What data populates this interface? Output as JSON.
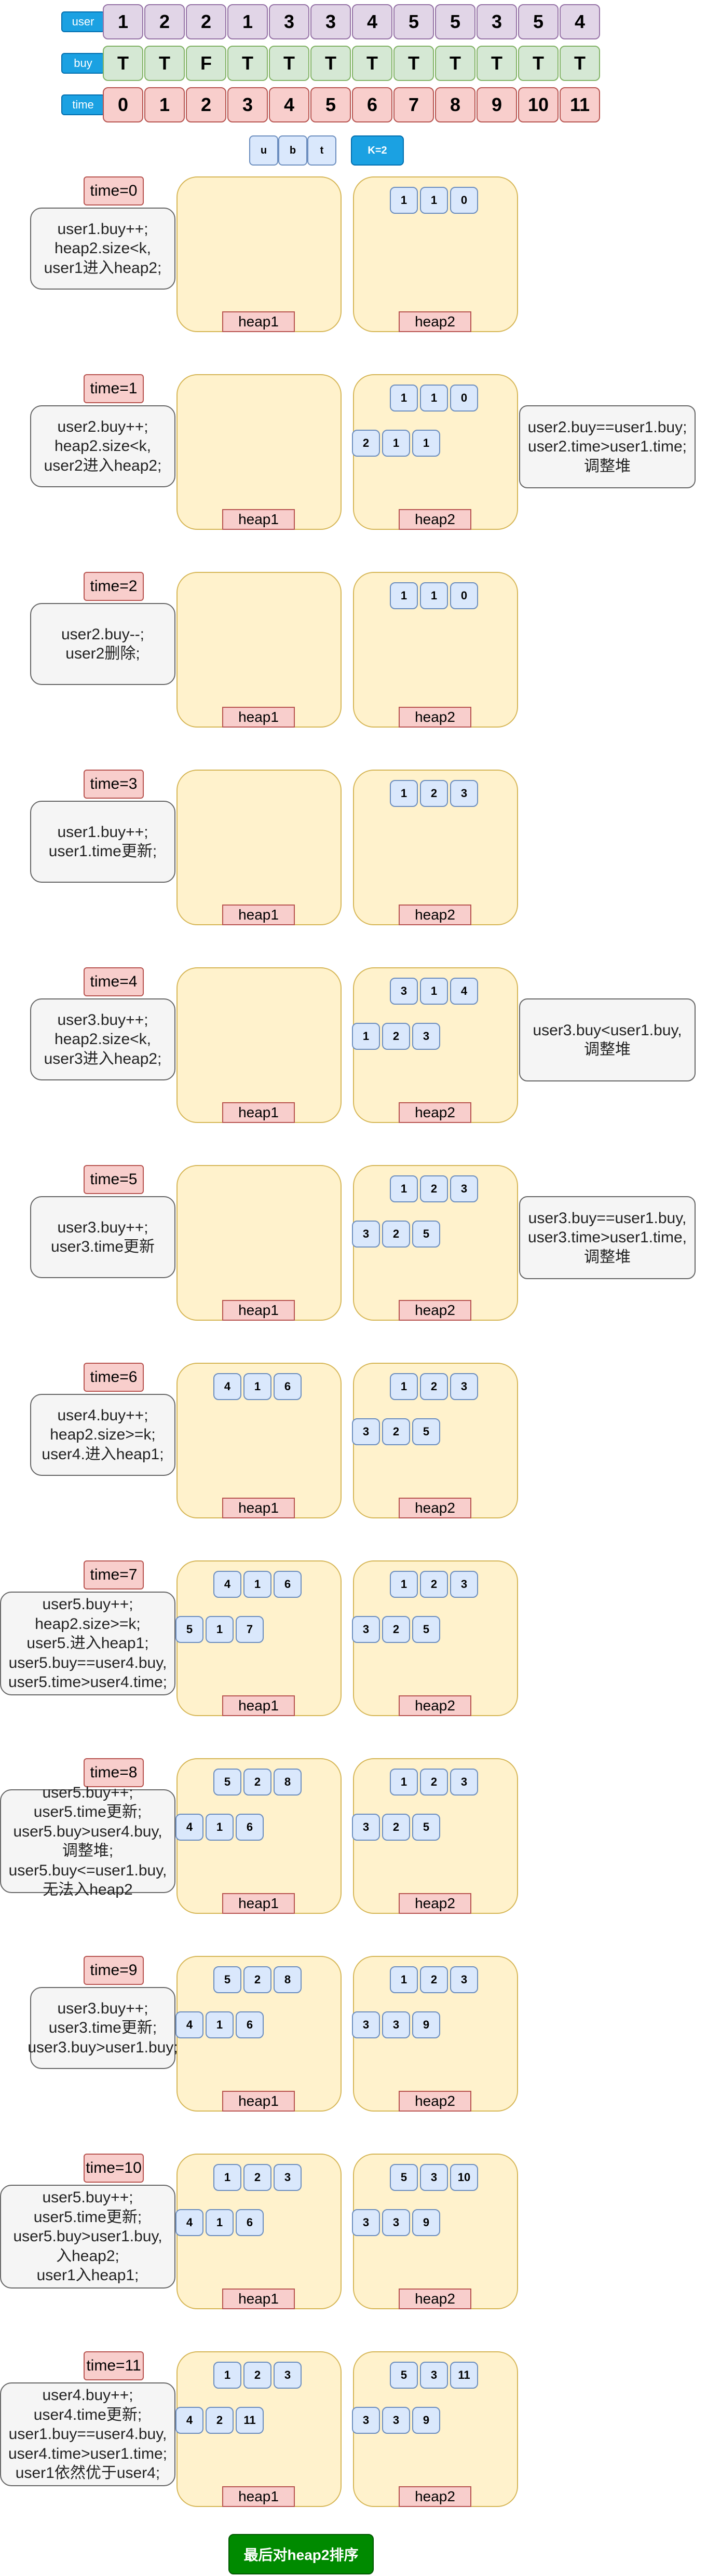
{
  "header": {
    "user_label": "user",
    "buy_label": "buy",
    "time_label": "time",
    "user_values": [
      "1",
      "2",
      "2",
      "1",
      "3",
      "3",
      "4",
      "5",
      "5",
      "3",
      "5",
      "4"
    ],
    "buy_values": [
      "T",
      "T",
      "F",
      "T",
      "T",
      "T",
      "T",
      "T",
      "T",
      "T",
      "T",
      "T"
    ],
    "time_values": [
      "0",
      "1",
      "2",
      "3",
      "4",
      "5",
      "6",
      "7",
      "8",
      "9",
      "10",
      "11"
    ]
  },
  "legend": {
    "u": "u",
    "b": "b",
    "t": "t",
    "k": "K=2"
  },
  "heap1_label": "heap1",
  "heap2_label": "heap2",
  "steps": [
    {
      "time": "time=0",
      "desc": [
        "user1.buy++;",
        "heap2.size<k,",
        "user1进入heap2;"
      ],
      "heap1": [],
      "heap2": [
        [
          "1",
          "1",
          "0"
        ]
      ],
      "note": []
    },
    {
      "time": "time=1",
      "desc": [
        "user2.buy++;",
        "heap2.size<k,",
        "user2进入heap2;"
      ],
      "heap1": [],
      "heap2": [
        [
          "1",
          "1",
          "0"
        ],
        [
          "2",
          "1",
          "1"
        ]
      ],
      "note": [
        "user2.buy==user1.buy;",
        "user2.time>user1.time;",
        "调整堆"
      ]
    },
    {
      "time": "time=2",
      "desc": [
        "user2.buy--;",
        "user2删除;"
      ],
      "heap1": [],
      "heap2": [
        [
          "1",
          "1",
          "0"
        ]
      ],
      "note": []
    },
    {
      "time": "time=3",
      "desc": [
        "user1.buy++;",
        "user1.time更新;"
      ],
      "heap1": [],
      "heap2": [
        [
          "1",
          "2",
          "3"
        ]
      ],
      "note": []
    },
    {
      "time": "time=4",
      "desc": [
        "user3.buy++;",
        "heap2.size<k,",
        "user3进入heap2;"
      ],
      "heap1": [],
      "heap2": [
        [
          "3",
          "1",
          "4"
        ],
        [
          "1",
          "2",
          "3"
        ]
      ],
      "note": [
        "user3.buy<user1.buy,",
        "调整堆"
      ]
    },
    {
      "time": "time=5",
      "desc": [
        "user3.buy++;",
        "user3.time更新"
      ],
      "heap1": [],
      "heap2": [
        [
          "1",
          "2",
          "3"
        ],
        [
          "3",
          "2",
          "5"
        ]
      ],
      "note": [
        "user3.buy==user1.buy,",
        "user3.time>user1.time,",
        "调整堆"
      ]
    },
    {
      "time": "time=6",
      "desc": [
        "user4.buy++;",
        "heap2.size>=k;",
        "user4.进入heap1;"
      ],
      "heap1": [
        [
          "4",
          "1",
          "6"
        ]
      ],
      "heap2": [
        [
          "1",
          "2",
          "3"
        ],
        [
          "3",
          "2",
          "5"
        ]
      ],
      "note": []
    },
    {
      "time": "time=7",
      "desc": [
        "user5.buy++;",
        "heap2.size>=k;",
        "user5.进入heap1;",
        "user5.buy==user4.buy,",
        "user5.time>user4.time;"
      ],
      "heap1": [
        [
          "4",
          "1",
          "6"
        ],
        [
          "5",
          "1",
          "7"
        ]
      ],
      "heap2": [
        [
          "1",
          "2",
          "3"
        ],
        [
          "3",
          "2",
          "5"
        ]
      ],
      "note": []
    },
    {
      "time": "time=8",
      "desc": [
        "user5.buy++;",
        "user5.time更新;",
        "user5.buy>user4.buy,",
        "调整堆;",
        "user5.buy<=user1.buy,",
        "无法入heap2"
      ],
      "heap1": [
        [
          "5",
          "2",
          "8"
        ],
        [
          "4",
          "1",
          "6"
        ]
      ],
      "heap2": [
        [
          "1",
          "2",
          "3"
        ],
        [
          "3",
          "2",
          "5"
        ]
      ],
      "note": []
    },
    {
      "time": "time=9",
      "desc": [
        "user3.buy++;",
        "user3.time更新;",
        "user3.buy>user1.buy;"
      ],
      "heap1": [
        [
          "5",
          "2",
          "8"
        ],
        [
          "4",
          "1",
          "6"
        ]
      ],
      "heap2": [
        [
          "1",
          "2",
          "3"
        ],
        [
          "3",
          "3",
          "9"
        ]
      ],
      "note": []
    },
    {
      "time": "time=10",
      "desc": [
        "user5.buy++;",
        "user5.time更新;",
        "user5.buy>user1.buy,",
        "入heap2;",
        "user1入heap1;"
      ],
      "heap1": [
        [
          "1",
          "2",
          "3"
        ],
        [
          "4",
          "1",
          "6"
        ]
      ],
      "heap2": [
        [
          "5",
          "3",
          "10"
        ],
        [
          "3",
          "3",
          "9"
        ]
      ],
      "note": []
    },
    {
      "time": "time=11",
      "desc": [
        "user4.buy++;",
        "user4.time更新;",
        "user1.buy==user4.buy,",
        "user4.time>user1.time;",
        "user1依然优于user4;"
      ],
      "heap1": [
        [
          "1",
          "2",
          "3"
        ],
        [
          "4",
          "2",
          "11"
        ]
      ],
      "heap2": [
        [
          "5",
          "3",
          "11"
        ],
        [
          "3",
          "3",
          "9"
        ]
      ],
      "note": []
    }
  ],
  "final_label": "最后对heap2排序",
  "colors": {
    "user": "#E1D5E7",
    "buy": "#D5E8D4",
    "time": "#F8CECC",
    "heap": "#FFF2CC",
    "node": "#DAE8FC",
    "badge": "#1BA1E2",
    "final": "#008A00"
  }
}
